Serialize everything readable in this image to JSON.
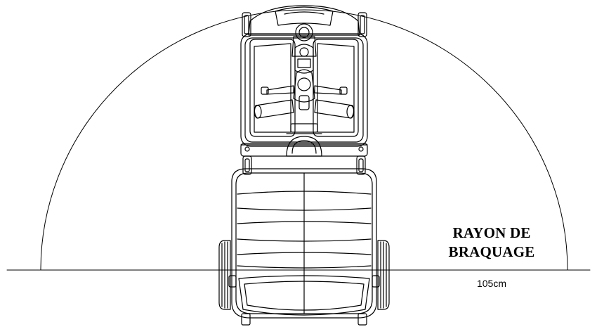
{
  "diagram": {
    "label_line1": "RAYON DE",
    "label_line2": "BRAQUAGE",
    "dimension": "105cm"
  },
  "colors": {
    "line": "#000000",
    "background": "#ffffff"
  }
}
